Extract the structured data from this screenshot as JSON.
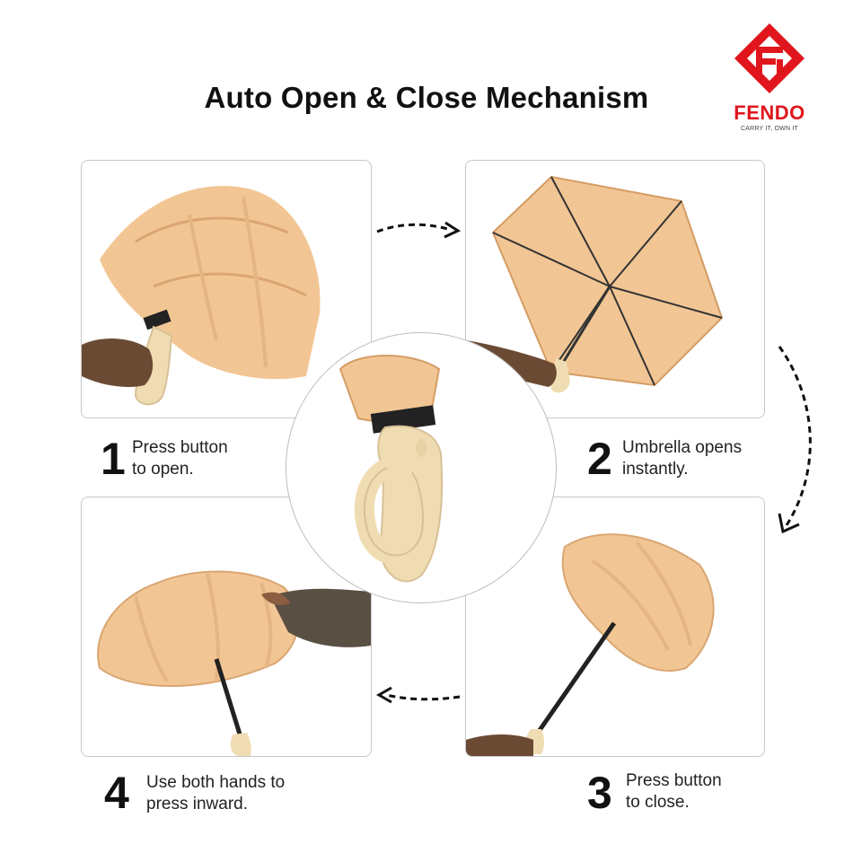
{
  "header": {
    "title": "Auto Open & Close Mechanism"
  },
  "brand": {
    "name": "FENDO",
    "tagline": "CARRY IT, OWN IT",
    "color": "#e0161c"
  },
  "colors": {
    "canopy": "#f2c694",
    "handle": "#f0dcb3",
    "skin": "#6b4a34"
  },
  "steps": [
    {
      "number": "1",
      "line1": "Press button",
      "line2": "to open."
    },
    {
      "number": "2",
      "line1": "Umbrella opens",
      "line2": "instantly."
    },
    {
      "number": "3",
      "line1": "Press button",
      "line2": "to close."
    },
    {
      "number": "4",
      "line1": "Use both hands to",
      "line2": "press inward."
    }
  ]
}
